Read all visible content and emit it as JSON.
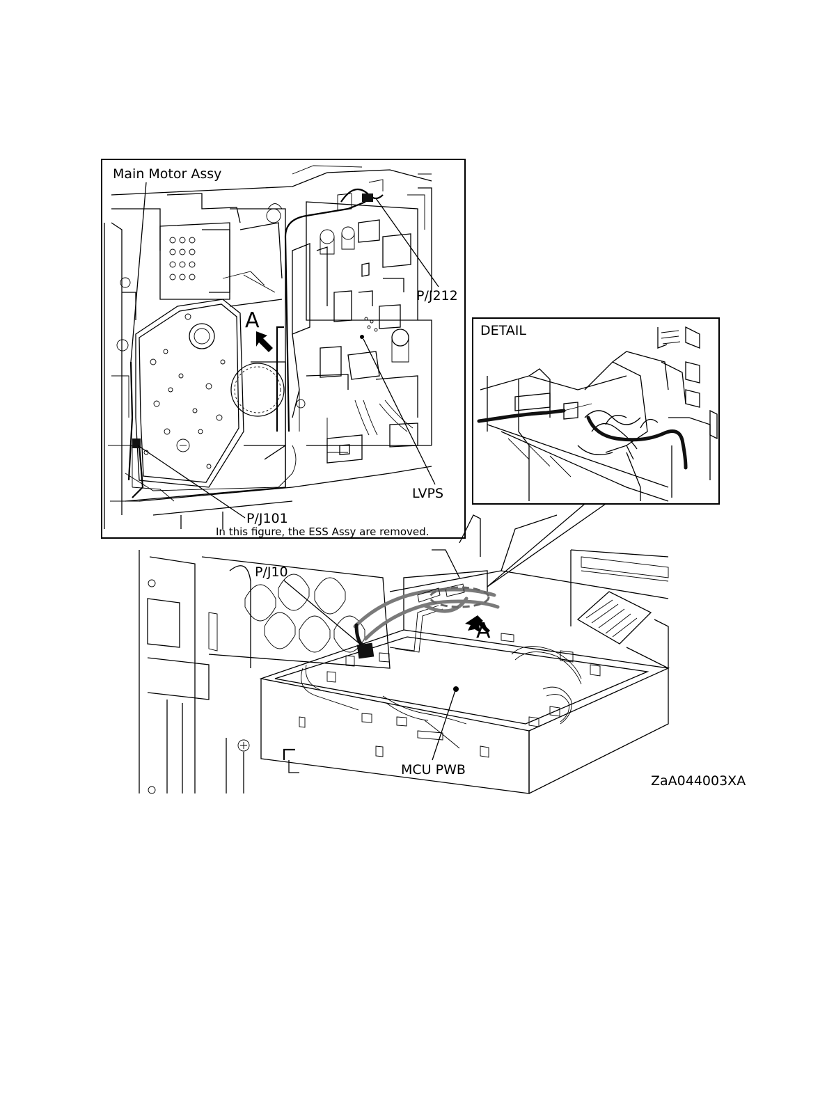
{
  "figure_id": "ZaA044003XA",
  "inset_main": {
    "label_main_motor": "Main Motor Assy",
    "label_pj212": "P/J212",
    "label_pj101": "P/J101",
    "label_lvps": "LVPS",
    "label_arrow": "A",
    "note": "In this figure, the ESS Assy are removed."
  },
  "inset_detail": {
    "title": "DETAIL"
  },
  "main_view": {
    "label_pj10": "P/J10",
    "label_arrow": "A",
    "label_mcu": "MCU PWB"
  }
}
